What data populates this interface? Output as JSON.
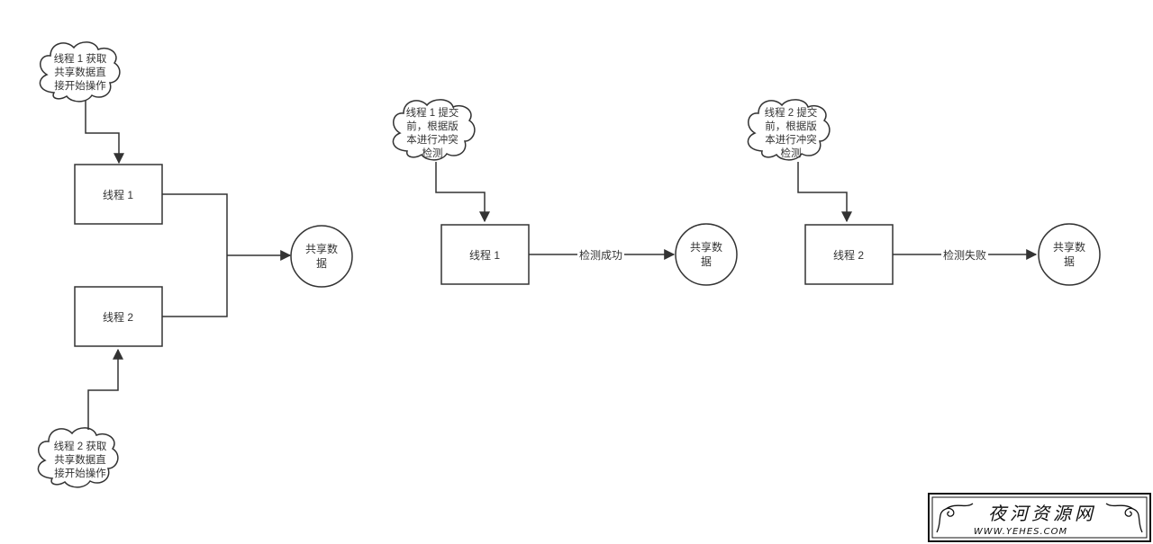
{
  "diagrams": [
    {
      "clouds": [
        {
          "lines": [
            "线程 1 获取",
            "共享数据直",
            "接开始操作"
          ]
        },
        {
          "lines": [
            "线程 2 获取",
            "共享数据直",
            "接开始操作"
          ]
        }
      ],
      "boxes": [
        "线程 1",
        "线程 2"
      ],
      "circle": {
        "lines": [
          "共享数",
          "据"
        ]
      }
    },
    {
      "cloud": {
        "lines": [
          "线程 1 提交",
          "前，根据版",
          "本进行冲突",
          "检测"
        ]
      },
      "box": "线程 1",
      "edge_label": "检测成功",
      "circle": {
        "lines": [
          "共享数",
          "据"
        ]
      }
    },
    {
      "cloud": {
        "lines": [
          "线程 2 提交",
          "前，根据版",
          "本进行冲突",
          "检测"
        ]
      },
      "box": "线程 2",
      "edge_label": "检测失败",
      "circle": {
        "lines": [
          "共享数",
          "据"
        ]
      }
    }
  ],
  "watermark": {
    "chinese": "夜河资源网",
    "url": "WWW.YEHES.COM"
  },
  "colors": {
    "stroke": "#333333",
    "background": "#ffffff"
  }
}
